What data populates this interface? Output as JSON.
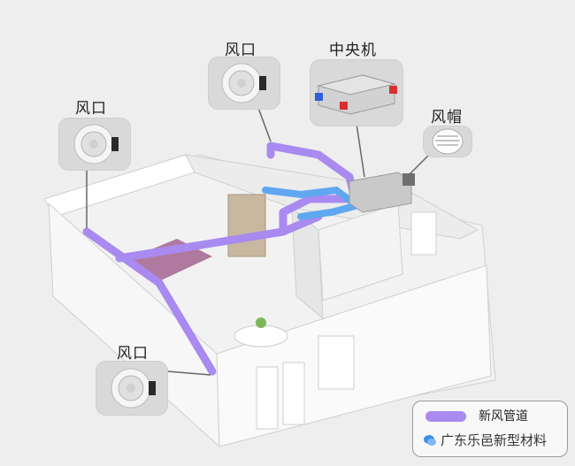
{
  "labels": {
    "vent_top": "风口",
    "central_unit": "中央机",
    "vent_left": "风口",
    "hood": "风帽",
    "vent_bottom": "风口"
  },
  "legend": {
    "duct_label": "新风管道"
  },
  "watermark": {
    "text": "广东乐邑新型材料"
  },
  "colors": {
    "duct": "#a98af0",
    "duct_blue": "#5fa8f0",
    "unit": "#c9c9c9"
  },
  "icons": [
    "vent-icon",
    "central-unit-icon",
    "hood-icon",
    "chat-bubble-icon"
  ]
}
